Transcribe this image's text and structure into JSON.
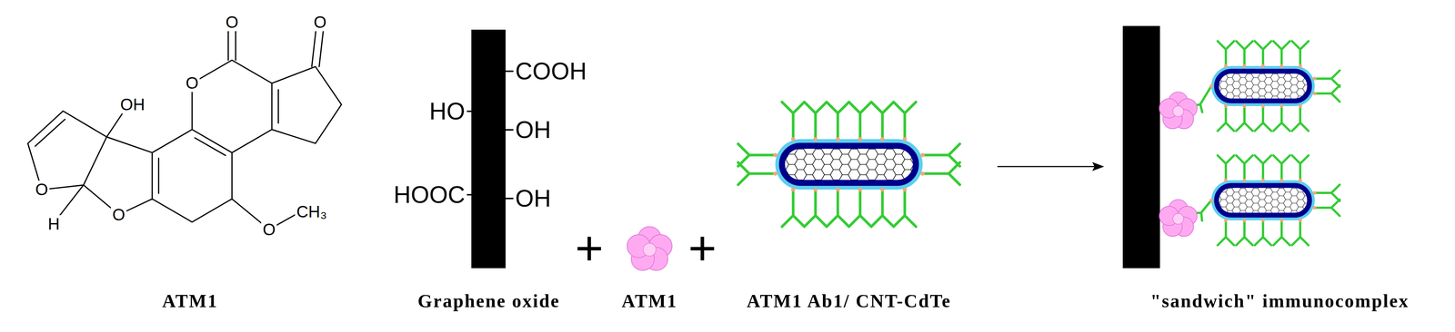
{
  "diagram": {
    "labels": [
      "O",
      "O",
      "O",
      "OH",
      "O",
      "H",
      "O",
      "O",
      "CH₃",
      "ATM1",
      "COOH",
      "HO",
      "OH",
      "HOOC",
      "OH",
      "Graphene oxide",
      "+",
      "ATM1",
      "+",
      "ATM1 Ab1/ CNT-CdTe",
      "\"sandwich\" immunocomplex"
    ]
  }
}
